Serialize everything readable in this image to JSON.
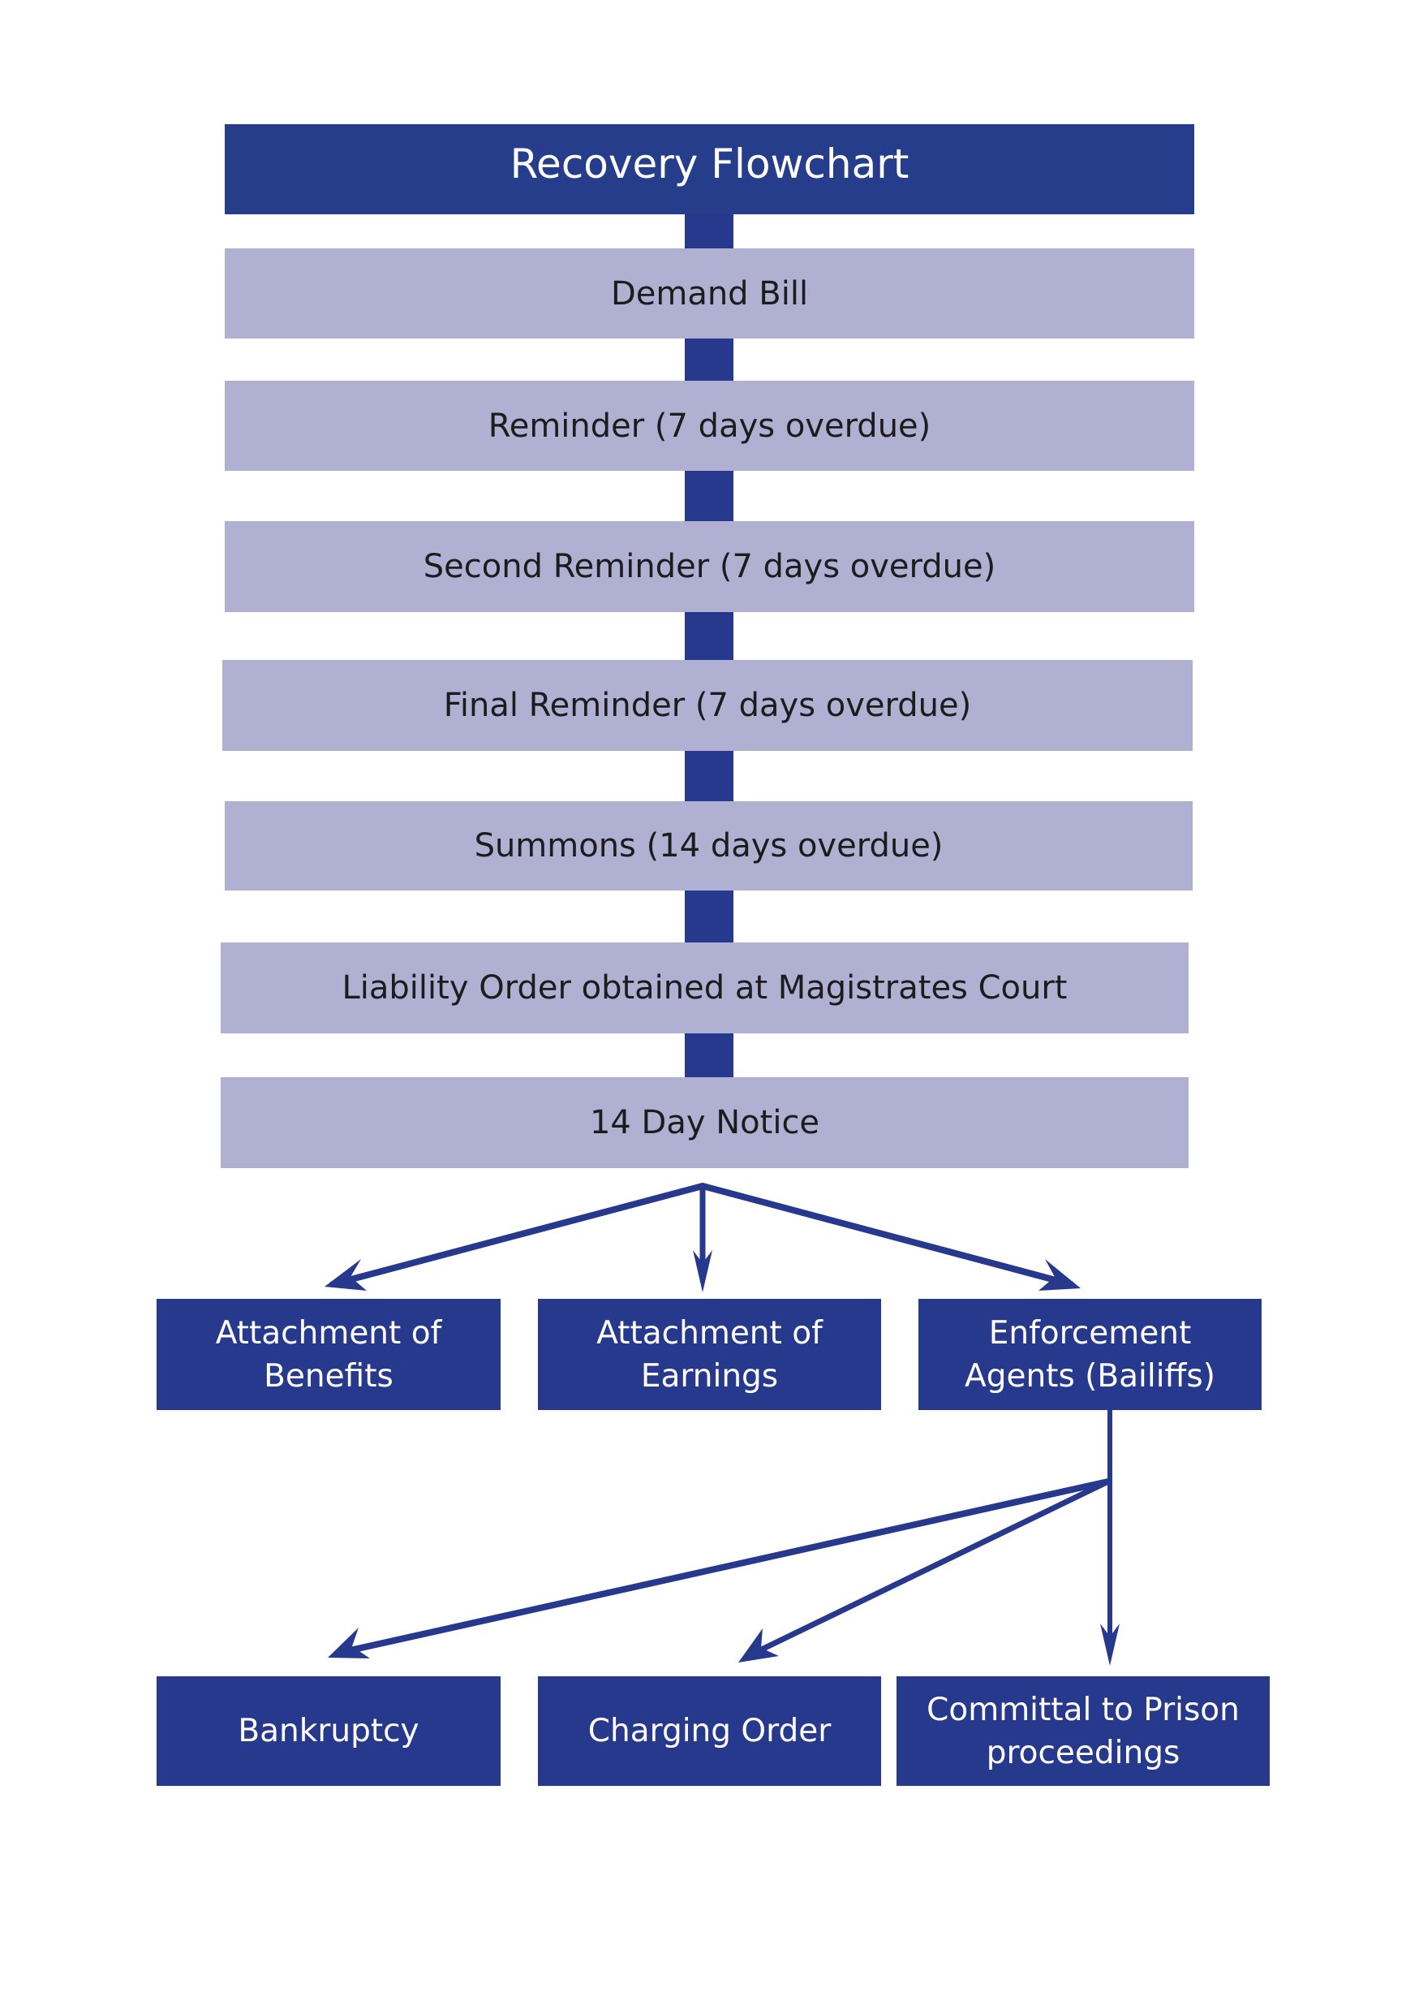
{
  "title": "Recovery Flowchart",
  "steps": [
    "Demand Bill",
    "Reminder (7 days overdue)",
    "Second Reminder (7 days overdue)",
    "Final Reminder (7 days overdue)",
    "Summons (14 days overdue)",
    "Liability Order obtained at Magistrates Court",
    "14 Day Notice"
  ],
  "outcomes": [
    "Attachment of\nBenefits",
    "Attachment of\nEarnings",
    "Enforcement\nAgents (Bailiffs)"
  ],
  "enforcement_outcomes": [
    "Bankruptcy",
    "Charging Order",
    "Committal to Prison\nproceedings"
  ],
  "colors": {
    "dark_blue": "#27398c",
    "light_lavender": "#afb0d2"
  }
}
